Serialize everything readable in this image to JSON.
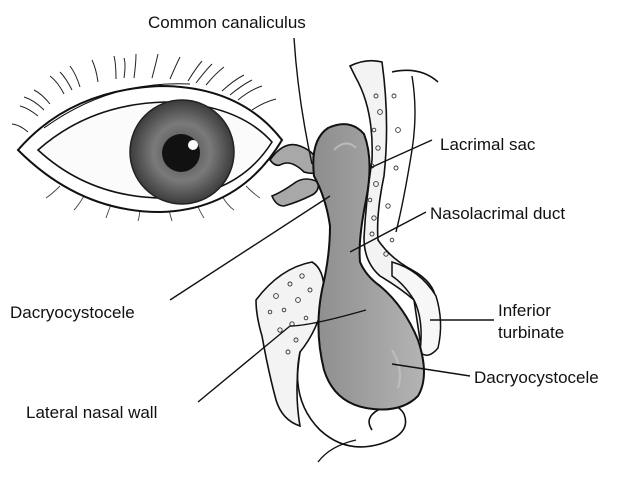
{
  "colors": {
    "background": "#ffffff",
    "ink": "#111111",
    "sac_fill": "#9c9c9c",
    "iris": "#6d6d6d",
    "pupil": "#111111",
    "bone_fill": "#f2f2f2"
  },
  "labels": {
    "common_canaliculus": "Common canaliculus",
    "lacrimal_sac": "Lacrimal sac",
    "nasolacrimal_duct": "Nasolacrimal duct",
    "dacryocystocele_left": "Dacryocystocele",
    "inferior_turbinate_line1": "Inferior",
    "inferior_turbinate_line2": "turbinate",
    "dacryocystocele_right": "Dacryocystocele",
    "lateral_nasal_wall": "Lateral nasal wall"
  },
  "icons": [
    "eye-icon"
  ]
}
